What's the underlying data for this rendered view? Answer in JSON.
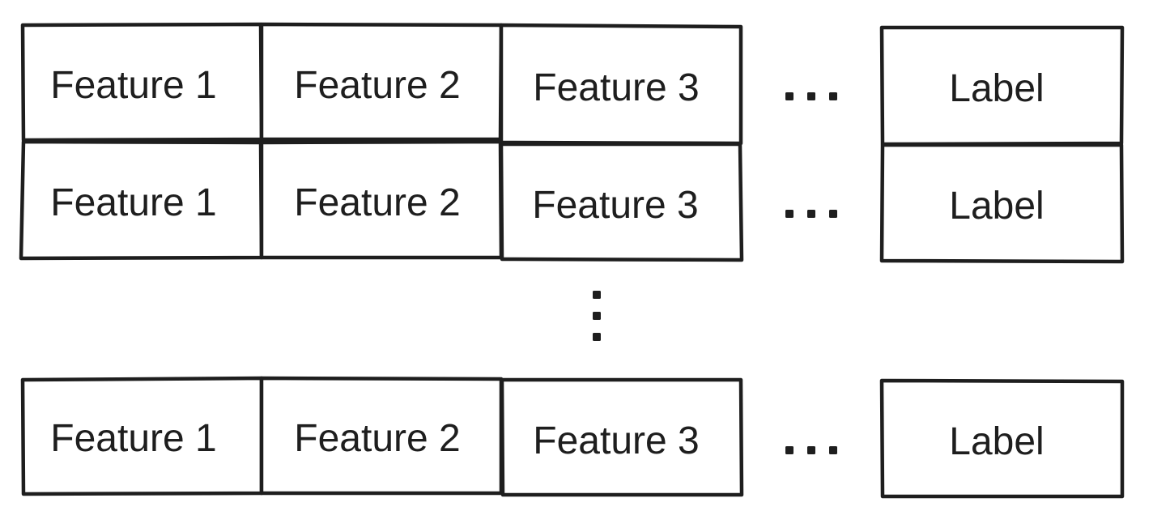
{
  "rows": [
    {
      "features": [
        "Feature 1",
        "Feature 2",
        "Feature 3"
      ],
      "ellipsis": "...",
      "label": "Label"
    },
    {
      "features": [
        "Feature 1",
        "Feature 2",
        "Feature 3"
      ],
      "ellipsis": "...",
      "label": "Label"
    },
    {
      "features": [
        "Feature 1",
        "Feature 2",
        "Feature 3"
      ],
      "ellipsis": "...",
      "label": "Label"
    }
  ],
  "vertical_ellipsis": "⋮",
  "colors": {
    "stroke": "#1e1e1e",
    "fill": "#ffffff",
    "text": "#1e1e1e"
  }
}
